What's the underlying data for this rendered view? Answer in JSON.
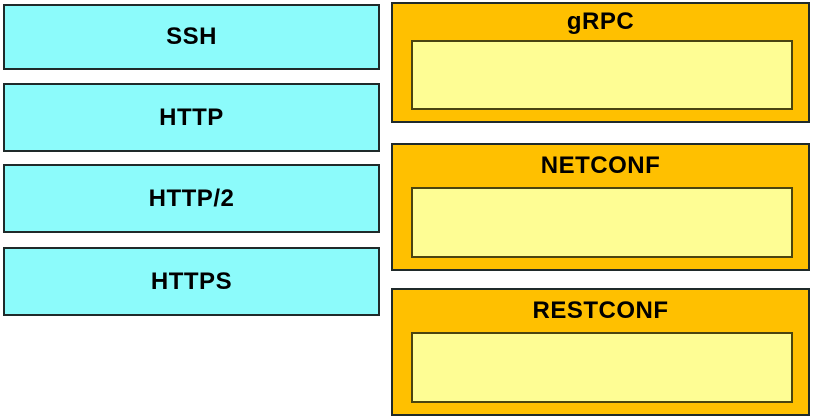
{
  "question": {
    "drag_items": [
      {
        "id": "ssh",
        "label": "SSH"
      },
      {
        "id": "http",
        "label": "HTTP"
      },
      {
        "id": "http2",
        "label": "HTTP/2"
      },
      {
        "id": "https",
        "label": "HTTPS"
      }
    ],
    "drop_targets": [
      {
        "id": "grpc",
        "label": "gRPC",
        "zone_value": ""
      },
      {
        "id": "netconf",
        "label": "NETCONF",
        "zone_value": ""
      },
      {
        "id": "restconf",
        "label": "RESTCONF",
        "zone_value": ""
      }
    ]
  },
  "colors": {
    "drag_item_fill": "#8CFBFB",
    "drop_target_fill": "#FFC000",
    "drop_zone_fill": "#FEFD94",
    "drop_zone_border": "#4a4410",
    "border_dark": "#1f2a2a",
    "text": "#000000"
  }
}
